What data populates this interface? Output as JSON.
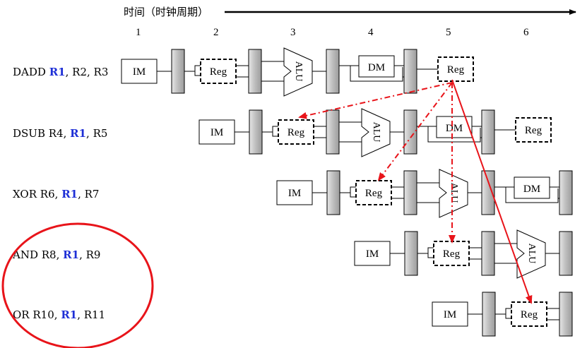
{
  "header": {
    "title": "时间（时钟周期）"
  },
  "cycles": [
    "1",
    "2",
    "3",
    "4",
    "5",
    "6"
  ],
  "stage_labels": {
    "im": "IM",
    "reg": "Reg",
    "alu": "ALU",
    "dm": "DM"
  },
  "instructions": [
    {
      "op": "DADD",
      "a": "R1",
      "b": "R2",
      "c": "R3",
      "sep1": ", ",
      "sep2": ", "
    },
    {
      "op": "DSUB",
      "a": "R4",
      "b": "R1",
      "c": "R5",
      "sep1": ", ",
      "sep2": ", "
    },
    {
      "op": "XOR",
      "a": "R6",
      "b": "R1",
      "c": "R7",
      "sep1": ", ",
      "sep2": ", "
    },
    {
      "op": "AND",
      "a": "R8",
      "b": "R1",
      "c": "R9",
      "sep1": ", ",
      "sep2": ", "
    },
    {
      "op": "OR",
      "a": "R10",
      "b": "R1",
      "c": "R11",
      "sep1": ", ",
      "sep2": ", "
    }
  ],
  "colors": {
    "highlight_register": "#1e2fd6",
    "dependency_arrow": "#e8141a",
    "latch_fill": "#c8c8c8",
    "circle": "#e8141a"
  }
}
